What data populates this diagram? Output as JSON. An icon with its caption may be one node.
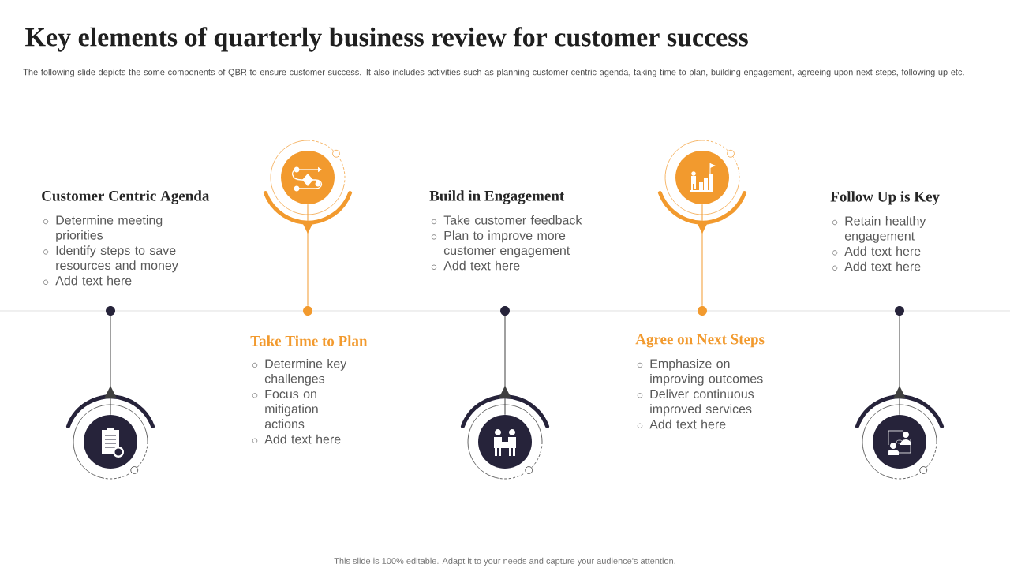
{
  "diagram": {
    "title": "Key elements of quarterly business review for customer success",
    "nodes": [
      {
        "text": [],
        "shape": "circle"
      },
      {
        "text": [],
        "shape": "circle"
      },
      {
        "text": [],
        "shape": "circle"
      },
      {
        "text": [],
        "shape": "circle"
      },
      {
        "text": [],
        "shape": "circle"
      },
      {
        "text": [],
        "shape": "circle"
      },
      {
        "text": [],
        "shape": "circle"
      },
      {
        "text": [],
        "shape": "circle"
      },
      {
        "text": [],
        "shape": "circle"
      },
      {
        "text": [],
        "shape": "circle"
      }
    ],
    "edges": [
      {
        "from": 5,
        "to": 0,
        "arrow": "to"
      },
      {
        "from": 6,
        "to": 1,
        "arrow": "to",
        "color": "#f29a2e"
      },
      {
        "from": 7,
        "to": 2,
        "arrow": "to"
      },
      {
        "from": 8,
        "to": 3,
        "arrow": "to",
        "color": "#f29a2e"
      },
      {
        "from": 9,
        "to": 4,
        "arrow": "to"
      }
    ],
    "labels": [
      "The following slide depicts the some components of QBR to  ensure customer success. It also includes activities such as planning customer centric agenda, taking time to plan,  building engagement, agreeing upon next steps, following up etc.",
      "Customer Centric Agenda",
      "Determine meeting priorities",
      "Identify  steps to save resources and money",
      "Add text here",
      "Take Time to Plan",
      "Determine key challenges",
      "Focus on mitigation actions",
      "Add text here",
      "Build in Engagement",
      "Take customer feedback",
      "Plan to improve more customer engagement",
      "Add text here",
      "Agree on Next Steps",
      "Emphasize on improving outcomes",
      "Deliver continuous improved services",
      "Add text here",
      "Follow Up is Key",
      "Retain healthy engagement",
      "Add text here",
      "Add text here",
      "This slide is 100% editable. Adapt it to your needs and capture your audience's attention."
    ]
  }
}
